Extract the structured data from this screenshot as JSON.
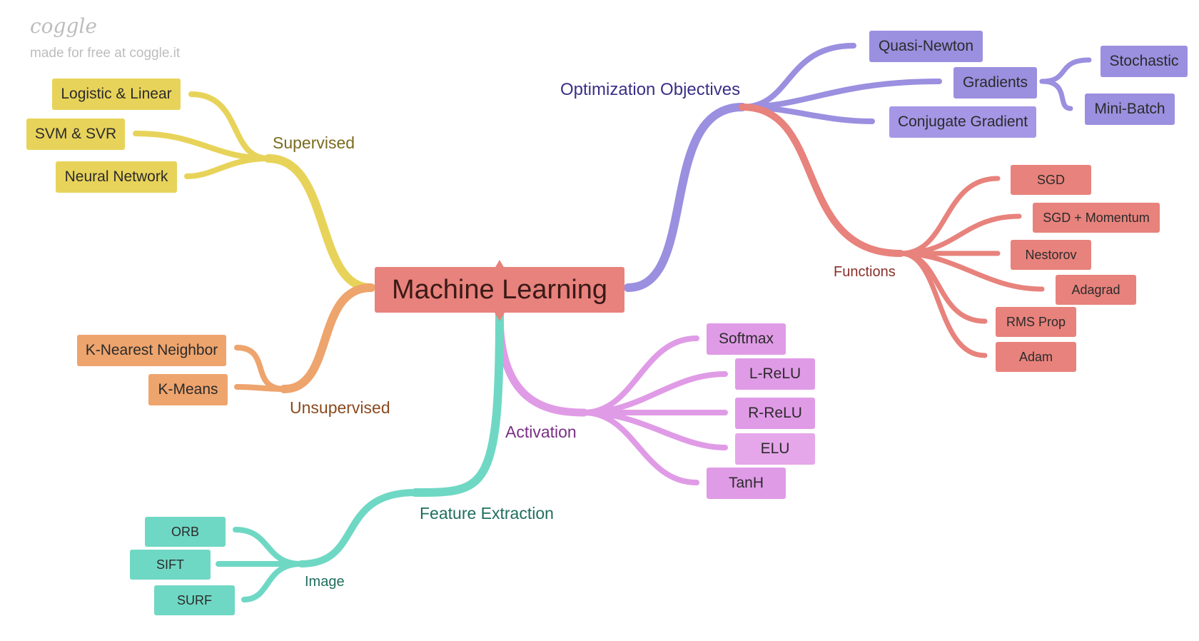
{
  "brand": {
    "logo": "coggle",
    "tagline": "made for free at coggle.it"
  },
  "root": {
    "label": "Machine Learning",
    "color": "#e8827c"
  },
  "branches": {
    "supervised": {
      "label": "Supervised",
      "color": "#e8d35a",
      "label_color": "#7a6b1f",
      "children": [
        "Logistic & Linear",
        "SVM & SVR",
        "Neural Network"
      ]
    },
    "unsupervised": {
      "label": "Unsupervised",
      "color": "#eea46d",
      "label_color": "#8a4a1f",
      "children": [
        "K-Nearest Neighbor",
        "K-Means"
      ]
    },
    "optimization": {
      "label": "Optimization Objectives",
      "color": "#9b8fe0",
      "label_color": "#3a2f86",
      "children": [
        "Quasi-Newton",
        "Gradients",
        "Conjugate Gradient"
      ],
      "gradients_children": [
        "Stochastic",
        "Mini-Batch"
      ]
    },
    "functions": {
      "label": "Functions",
      "color": "#e8827c",
      "label_color": "#8a2f2a",
      "children": [
        "SGD",
        "SGD + Momentum",
        "Nestorov",
        "Adagrad",
        "RMS Prop",
        "Adam"
      ]
    },
    "activation": {
      "label": "Activation",
      "color": "#e09be6",
      "label_color": "#7a2f86",
      "children": [
        "Softmax",
        "L-ReLU",
        "R-ReLU",
        "ELU",
        "TanH"
      ]
    },
    "feature_extraction": {
      "label": "Feature Extraction",
      "color": "#6fd8c4",
      "label_color": "#1f6e5e",
      "children": [
        "Image"
      ]
    },
    "image": {
      "label": "Image",
      "color": "#6fd8c4",
      "label_color": "#1f6e5e",
      "children": [
        "ORB",
        "SIFT",
        "SURF"
      ]
    }
  }
}
